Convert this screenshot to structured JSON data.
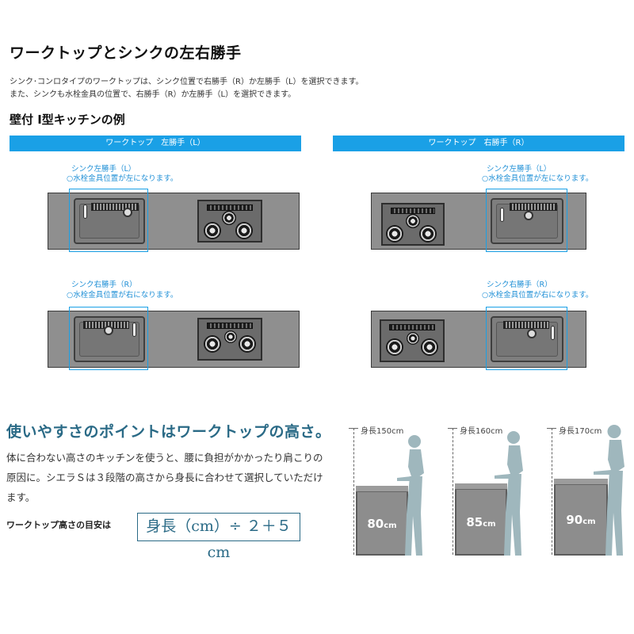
{
  "header": {
    "title": "ワークトップとシンクの左右勝手",
    "desc1": "シンク･コンロタイプのワークトップは、シンク位置で右勝手（R）か左勝手（L）を選択できます。",
    "desc2": "また、シンクも水栓金具の位置で、右勝手（R）か左勝手（L）を選択できます。",
    "subtitle": "壁付 I型キッチンの例"
  },
  "columns": {
    "left_bar": "ワークトップ　左勝手（L）",
    "right_bar": "ワークトップ　右勝手（R）"
  },
  "labels": {
    "sink_left": "シンク左勝手（L）",
    "sink_left_note": "○水栓金具位置が左になります。",
    "sink_right": "シンク右勝手（R）",
    "sink_right_note": "○水栓金具位置が右になります。"
  },
  "section2": {
    "title": "使いやすさのポイントはワークトップの高さ。",
    "body1": "体に合わない高さのキッチンを使うと、腰に負担がかかったり肩こりの",
    "body2": "原因に。シエラＳは３段階の高さから身長に合わせて選択していただけ",
    "body3": "ます。",
    "formula_label": "ワークトップ高さの目安は",
    "formula": "身長（cm）÷ ２＋５cm"
  },
  "heights": [
    {
      "person_label": "身長150cm",
      "value": "80",
      "unit": "cm",
      "stature_cm": 150,
      "counter_cm": 80
    },
    {
      "person_label": "身長160cm",
      "value": "85",
      "unit": "cm",
      "stature_cm": 160,
      "counter_cm": 85
    },
    {
      "person_label": "身長170cm",
      "value": "90",
      "unit": "cm",
      "stature_cm": 170,
      "counter_cm": 90
    }
  ],
  "colors": {
    "accent_blue": "#1aa0e6",
    "heading_teal": "#2a6a86"
  }
}
